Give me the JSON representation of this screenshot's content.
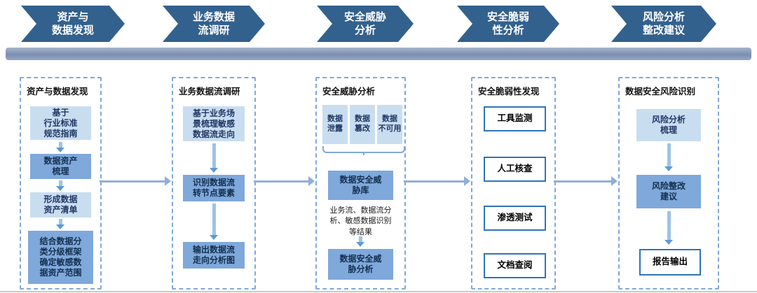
{
  "phases": {
    "p1": "资产与\n数据发现",
    "p2": "业务数据\n流调研",
    "p3": "安全威胁\n分析",
    "p4": "安全脆弱\n性分析",
    "p5": "风险分析\n整改建议"
  },
  "columns": {
    "discovery": {
      "title": "资产与数据发现",
      "step1": "基于\n行业标准\n规范指南",
      "step2": "数据资产\n梳理",
      "step3": "形成数据\n资产清单",
      "step4": "结合数据分\n类分级框架\n确定敏感数\n据资产范围"
    },
    "dataflow": {
      "title": "业务数据流调研",
      "step1": "基于业务场\n景梳理敏感\n数据流走向",
      "step2": "识别数据流\n转节点要素",
      "step3": "输出数据流\n走向分析图"
    },
    "threat": {
      "title": "安全威胁分析",
      "tag1": "数据\n泄露",
      "tag2": "数据\n篡改",
      "tag3": "数据\n不可用",
      "library": "数据安全威\n胁库",
      "note": "业务流、数据流分\n析、敏感数据识别\n等结果",
      "analysis": "数据安全威\n胁分析"
    },
    "vulnerability": {
      "title": "安全脆弱性发现",
      "step1": "工具监测",
      "step2": "人工核查",
      "step3": "渗透测试",
      "step4": "文档查阅"
    },
    "risk": {
      "title": "数据安全风险识别",
      "step1": "风险分析\n梳理",
      "step2": "风险整改\n建议",
      "step3": "报告输出"
    }
  },
  "colors": {
    "banner": "#33618D",
    "box_light": "#C9DDF1",
    "box_medium": "#7FA8DB",
    "outline_border": "#2E75B6",
    "arrow": "#8FAFD9",
    "dashed_border": "#7FA8DB"
  }
}
